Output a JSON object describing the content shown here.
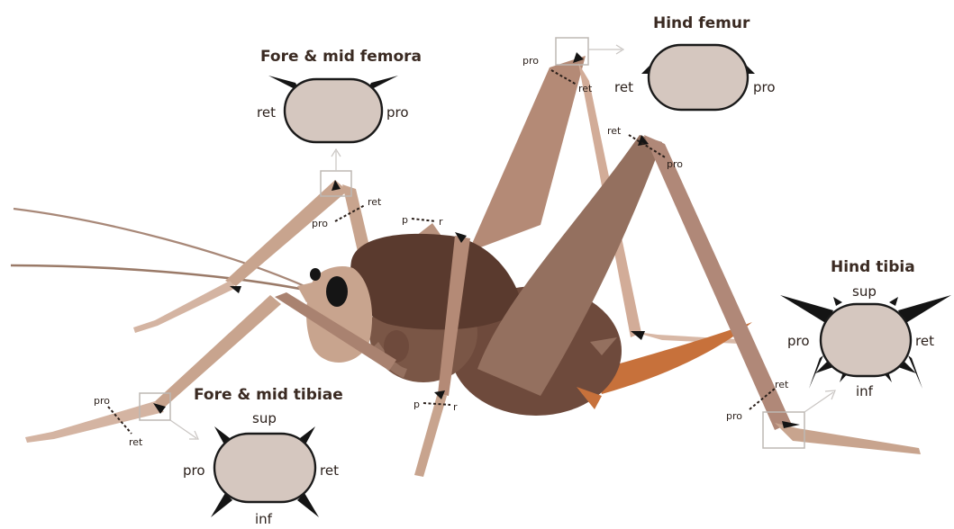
{
  "panels": {
    "fore_mid_femora": {
      "title": "Fore & mid femora",
      "left": "ret",
      "right": "pro"
    },
    "hind_femur": {
      "title": "Hind femur",
      "left": "ret",
      "right": "pro"
    },
    "hind_tibia": {
      "title": "Hind tibia",
      "top": "sup",
      "left": "pro",
      "right": "ret",
      "bottom": "inf"
    },
    "fore_mid_tibiae": {
      "title": "Fore & mid tibiae",
      "top": "sup",
      "left": "pro",
      "right": "ret",
      "bottom": "inf"
    }
  },
  "leg_markers": {
    "fore_femur": {
      "pro": "pro",
      "ret": "ret"
    },
    "hind_femur": {
      "pro": "pro",
      "ret": "ret"
    },
    "hind_femur_right": {
      "ret": "ret",
      "pro": "pro"
    },
    "mid_femur": {
      "p": "p",
      "r": "r"
    },
    "mid_tibia": {
      "p": "p",
      "r": "r"
    },
    "fore_tibia": {
      "pro": "pro",
      "ret": "ret"
    },
    "hind_tibia": {
      "ret": "ret",
      "pro": "pro"
    }
  },
  "colors": {
    "leg_light": "#c8a48e",
    "leg_mid": "#a98270",
    "leg_dark": "#94705f",
    "body_dark": "#5a3a2e",
    "body_mid": "#7a5646",
    "ovipositor": "#c7713b",
    "cross_section": "#d5c7bf"
  }
}
